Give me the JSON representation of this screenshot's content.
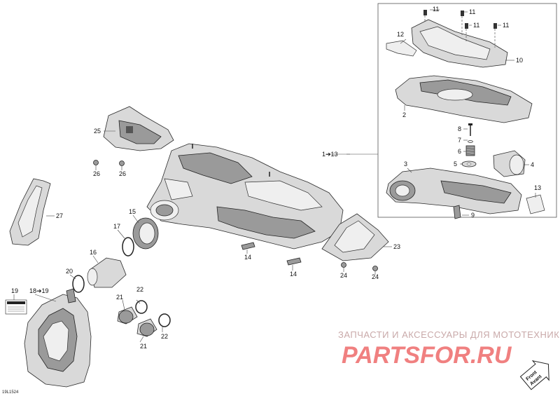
{
  "callouts": {
    "c1": "1➔13",
    "c2": "2",
    "c3": "3",
    "c4": "4",
    "c5": "5",
    "c6": "6",
    "c7": "7",
    "c8": "8",
    "c9": "9",
    "c10": "10",
    "c11a": "11",
    "c11b": "11",
    "c11c": "11",
    "c11d": "11",
    "c12": "12",
    "c13": "13",
    "c14a": "14",
    "c14b": "14",
    "c15": "15",
    "c16": "16",
    "c17": "17",
    "c18": "18➔19",
    "c19": "19",
    "c20": "20",
    "c21a": "21",
    "c21b": "21",
    "c22a": "22",
    "c22b": "22",
    "c23": "23",
    "c24a": "24",
    "c24b": "24",
    "c25": "25",
    "c26a": "26",
    "c26b": "26",
    "c27": "27"
  },
  "watermark": {
    "tagline": "ЗАПЧАСТИ И АКСЕССУАРЫ ДЛЯ МОТОТЕХНИКИ",
    "logo": "PARTSFOR.RU"
  },
  "direction": {
    "line1": "Front",
    "line2": "Avant"
  },
  "diagram_code": "19L1524"
}
